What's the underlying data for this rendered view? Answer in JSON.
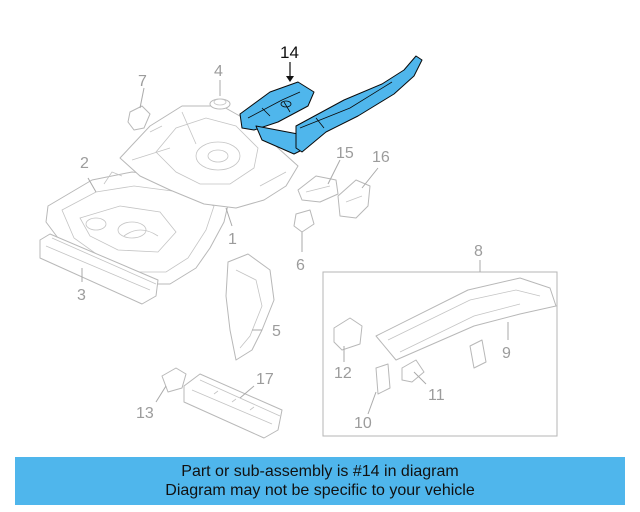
{
  "diagram": {
    "highlighted_part": "14",
    "callouts": [
      "1",
      "2",
      "3",
      "4",
      "5",
      "6",
      "7",
      "8",
      "9",
      "10",
      "11",
      "12",
      "13",
      "14",
      "15",
      "16",
      "17"
    ],
    "highlight_color": "#4fb6ec"
  },
  "banner": {
    "line1": "Part or sub-assembly is #14 in diagram",
    "line2": "Diagram may not be specific to your vehicle",
    "background": "#4fb6ec"
  }
}
